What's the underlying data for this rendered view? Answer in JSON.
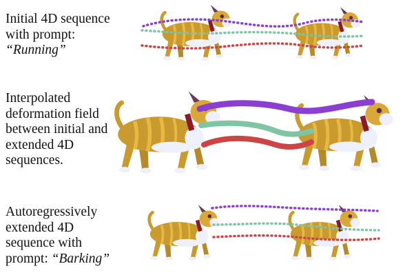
{
  "rows": [
    {
      "lines": [
        "Initial 4D sequence",
        "with prompt:"
      ],
      "prompt": "“Running”"
    },
    {
      "lines": [
        "Interpolated",
        "deformation field",
        "between initial and",
        "extended 4D",
        "sequences."
      ],
      "prompt": ""
    },
    {
      "lines": [
        "Autoregressively",
        "extended 4D",
        "sequence with"
      ],
      "prompt_prefix": "prompt: ",
      "prompt": "“Barking”"
    }
  ],
  "colors": {
    "purple": "#8a3fd0",
    "green": "#7fc4a3",
    "red": "#cc4444",
    "dog_fur": "#c99a2e",
    "dog_stripe": "#e8b845",
    "dog_white": "#eef0fa",
    "collar": "#8b1a2a"
  }
}
